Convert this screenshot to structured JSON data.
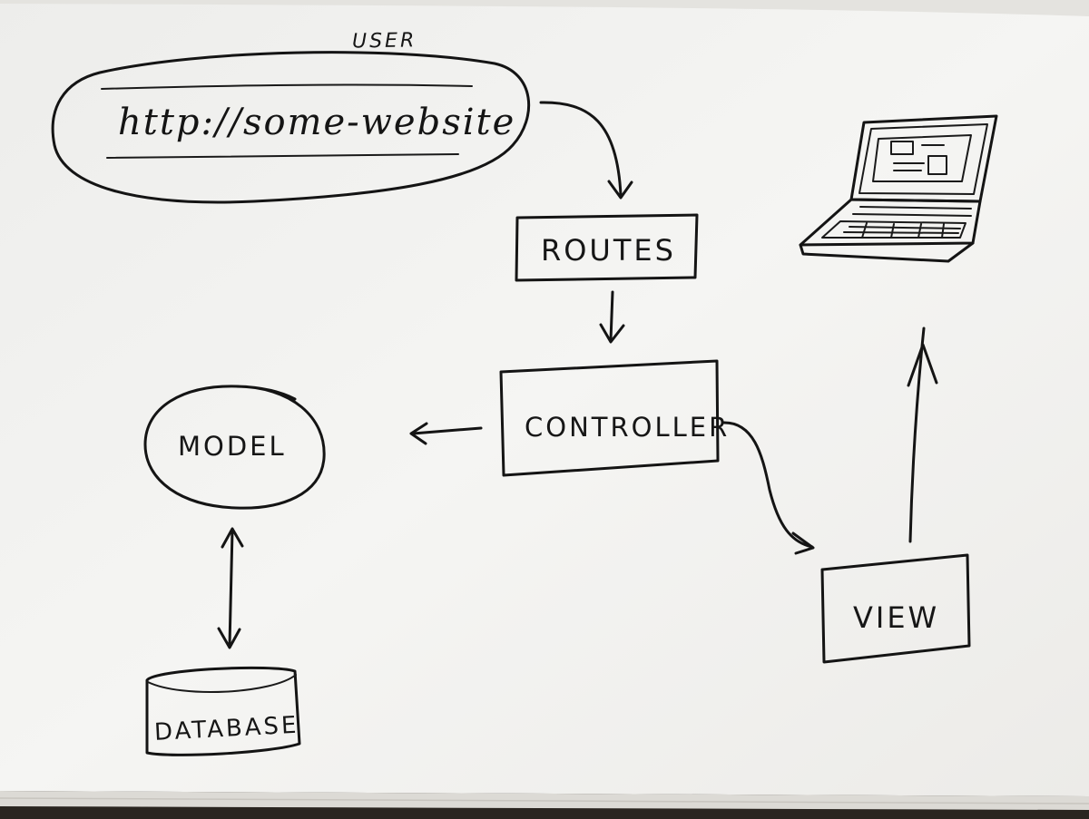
{
  "diagram": {
    "user_label": "USER",
    "url_text": "http://some-website",
    "routes_label": "ROUTES",
    "controller_label": "CONTROLLER",
    "model_label": "MODEL",
    "database_label": "DATABASE",
    "view_label": "VIEW"
  },
  "colors": {
    "paper": "#f3f3f1",
    "ink": "#141414",
    "background": "#2a2520"
  },
  "icons": [
    "laptop-icon"
  ]
}
